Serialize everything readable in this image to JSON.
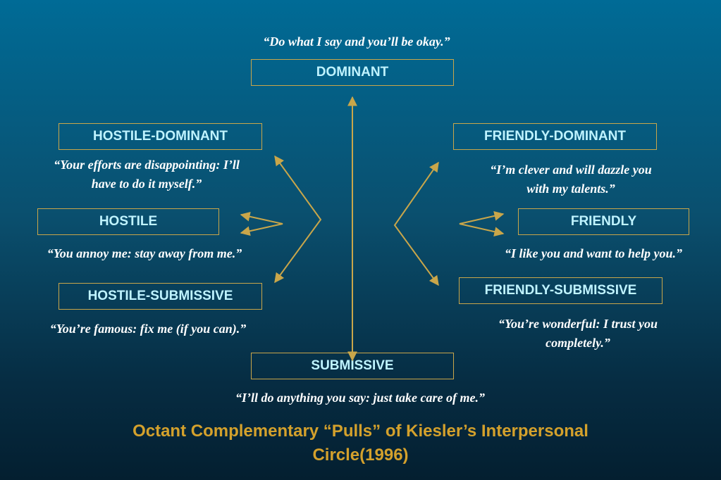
{
  "octants": {
    "dominant": {
      "label": "DOMINANT",
      "quote": "“Do what I say and you’ll be okay.”"
    },
    "hostile_dominant": {
      "label": "HOSTILE-DOMINANT",
      "quote_line1": "“Your efforts are disappointing: I’ll",
      "quote_line2": "have to do it myself.”"
    },
    "friendly_dominant": {
      "label": "FRIENDLY-DOMINANT",
      "quote_line1": "“I’m clever and will dazzle you",
      "quote_line2": "with my talents.”"
    },
    "hostile": {
      "label": "HOSTILE",
      "quote": "“You annoy me: stay away from me.”"
    },
    "friendly": {
      "label": "FRIENDLY",
      "quote": "“I like you and want to help you.”"
    },
    "hostile_submissive": {
      "label": "HOSTILE-SUBMISSIVE",
      "quote": "“You’re famous: fix me (if you can).”"
    },
    "friendly_submissive": {
      "label": "FRIENDLY-SUBMISSIVE",
      "quote_line1": "“You’re wonderful: I trust you",
      "quote_line2": "completely.”"
    },
    "submissive": {
      "label": "SUBMISSIVE",
      "quote": "“I’ll do anything you say: just take care of me.”"
    }
  },
  "title_line1": "Octant Complementary “Pulls” of Kiesler’s Interpersonal",
  "title_line2": "Circle(1996)",
  "colors": {
    "accent": "#c9a64a",
    "label_text": "#bff3ff",
    "title": "#d4a12c",
    "quote_text": "#ffffff"
  }
}
